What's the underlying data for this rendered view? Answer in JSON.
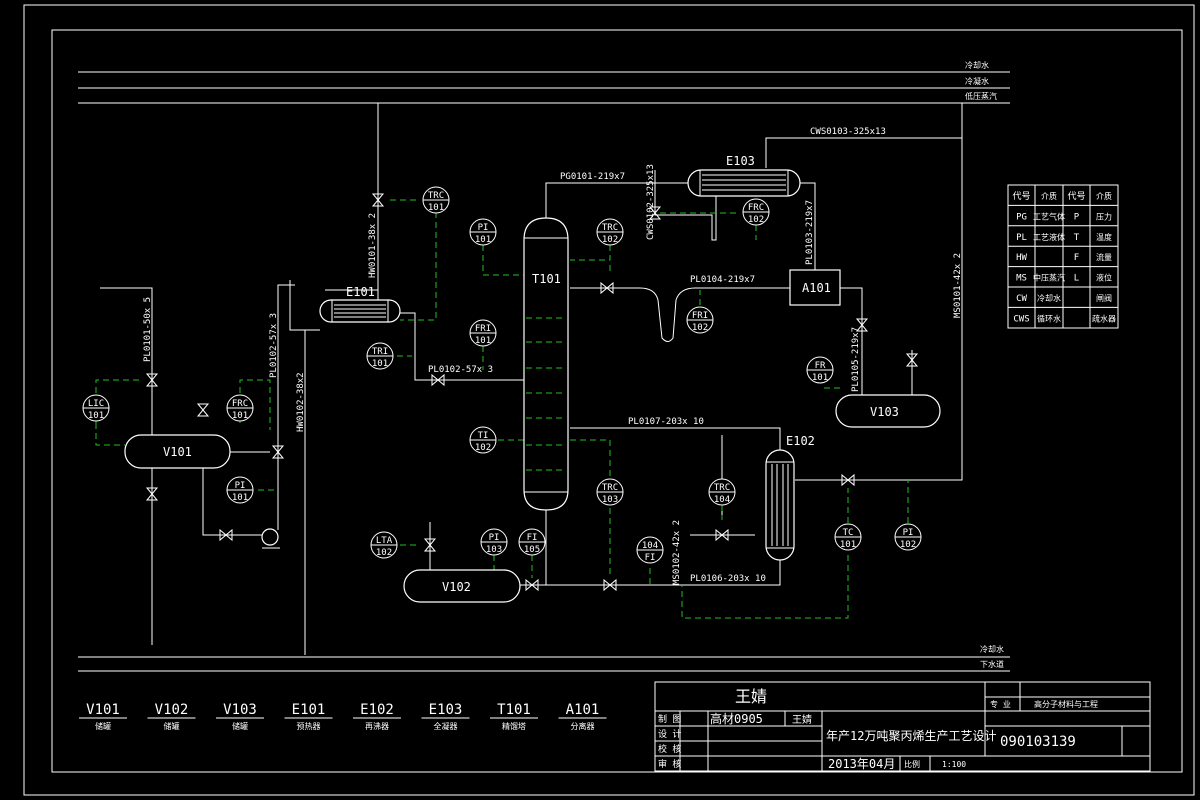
{
  "utility_lines": [
    {
      "id": "top1",
      "label": "冷却水"
    },
    {
      "id": "top2",
      "label": "冷凝水"
    },
    {
      "id": "top3",
      "label": "低压蒸汽"
    },
    {
      "id": "bot1",
      "label": "冷却水"
    },
    {
      "id": "bot2",
      "label": "下水道"
    }
  ],
  "pipe_labels": {
    "pg0101": "PG0101-219x7",
    "cws0103": "CWS0103-325x13",
    "cws0102": "CWS0102-325x13",
    "pl0103": "PL0103-219x7",
    "pl0104": "PL0104-219x7",
    "hw0101": "HW0101-38x 2",
    "hw0102": "HW0102-38x2",
    "pl0101": "PL0101-50x 5",
    "pl0102a": "PL0102-57x 3",
    "pl0102b": "PL0102-57x 3",
    "pl0107": "PL0107-203x 10",
    "pl0106": "PL0106-203x 10",
    "pl0105": "PL0105-219x7",
    "ms0101": "MS0101-42x 2",
    "ms0102": "MS0102-42x 2"
  },
  "equipment_tags": {
    "v101": "V101",
    "v102": "V102",
    "v103": "V103",
    "e101": "E101",
    "e102": "E102",
    "e103": "E103",
    "t101": "T101",
    "a101": "A101"
  },
  "instruments": [
    {
      "id": "lic101",
      "top": "LIC",
      "bottom": "101"
    },
    {
      "id": "frc101",
      "top": "FRC",
      "bottom": "101"
    },
    {
      "id": "pi101",
      "top": "PI",
      "bottom": "101"
    },
    {
      "id": "trc101",
      "top": "TRC",
      "bottom": "101"
    },
    {
      "id": "tri101",
      "top": "TRI",
      "bottom": "101"
    },
    {
      "id": "pi101b",
      "top": "PI",
      "bottom": "101"
    },
    {
      "id": "trc102",
      "top": "TRC",
      "bottom": "102"
    },
    {
      "id": "fri101",
      "top": "FRI",
      "bottom": "101"
    },
    {
      "id": "ti102",
      "top": "TI",
      "bottom": "102"
    },
    {
      "id": "frc102",
      "top": "FRC",
      "bottom": "102"
    },
    {
      "id": "fri102",
      "top": "FRI",
      "bottom": "102"
    },
    {
      "id": "fr101",
      "top": "FR",
      "bottom": "101"
    },
    {
      "id": "lta102",
      "top": "LTA",
      "bottom": "102"
    },
    {
      "id": "pi103",
      "top": "PI",
      "bottom": "103"
    },
    {
      "id": "fi105",
      "top": "FI",
      "bottom": "105"
    },
    {
      "id": "trc103",
      "top": "TRC",
      "bottom": "103"
    },
    {
      "id": "fi104",
      "top": "104",
      "bottom": "FI"
    },
    {
      "id": "trc104",
      "top": "TRC",
      "bottom": "104"
    },
    {
      "id": "tc101",
      "top": "TC",
      "bottom": "101"
    },
    {
      "id": "pi102",
      "top": "PI",
      "bottom": "102"
    }
  ],
  "legend": {
    "header": [
      "代号",
      "介质",
      "代号",
      "介质"
    ],
    "rows": [
      [
        "PG",
        "工艺气体",
        "P",
        "压力"
      ],
      [
        "PL",
        "工艺液体",
        "T",
        "温度"
      ],
      [
        "HW",
        "",
        "F",
        "流量"
      ],
      [
        "MS",
        "中压蒸汽",
        "L",
        "液位"
      ],
      [
        "CW",
        "冷却水",
        "",
        "闸阀"
      ],
      [
        "CWS",
        "循环水",
        "",
        "疏水器"
      ]
    ]
  },
  "equipment_list": [
    {
      "tag": "V101",
      "name": "储罐"
    },
    {
      "tag": "V102",
      "name": "储罐"
    },
    {
      "tag": "V103",
      "name": "储罐"
    },
    {
      "tag": "E101",
      "name": "预热器"
    },
    {
      "tag": "E102",
      "name": "再沸器"
    },
    {
      "tag": "E103",
      "name": "全凝器"
    },
    {
      "tag": "T101",
      "name": "精馏塔"
    },
    {
      "tag": "A101",
      "name": "分离器"
    }
  ],
  "title_block": {
    "author_big": "王婧",
    "row_labels": [
      "制 图",
      "设 计",
      "校 核",
      "审 核"
    ],
    "class_code": "高材0905",
    "drafter": "王婧",
    "project_title": "年产12万吨聚丙烯生产工艺设计",
    "student_id": "090103139",
    "date": "2013年04月",
    "scale_label": "比例",
    "scale": "1:100",
    "major_label": "专 业",
    "major": "高分子材料与工程"
  }
}
